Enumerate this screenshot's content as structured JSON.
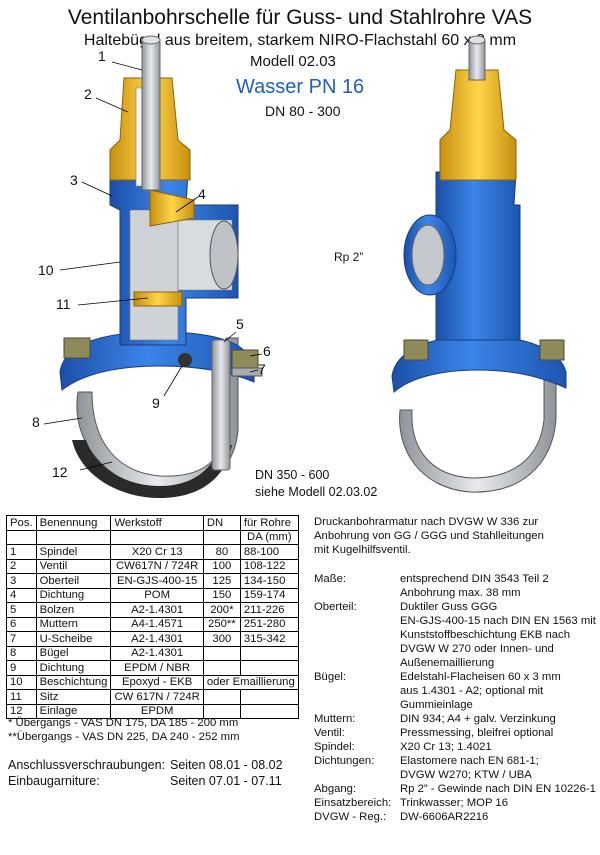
{
  "header": {
    "title": "Ventilanbohrschelle für Guss- und Stahlrohre VAS",
    "subtitle": "Haltebügel aus breitem, starkem NIRO-Flachstahl 60 x 3 mm",
    "model": "Modell 02.03",
    "medium": "Wasser PN 16",
    "dn_range": "DN 80 - 300"
  },
  "drawing": {
    "callouts": [
      "1",
      "2",
      "3",
      "4",
      "5",
      "6",
      "7",
      "8",
      "9",
      "10",
      "11",
      "12"
    ],
    "thread_label": "Rp 2”",
    "large_dn": "DN  350 - 600",
    "see_model": "siehe Modell 02.03.02",
    "colors": {
      "body_blue": "#2f73d6",
      "brass": "#e8b82a",
      "steel": "#b8bcc2",
      "rubber": "#2a2a2a"
    }
  },
  "parts_table": {
    "headers": [
      "Pos.",
      "Benennung",
      "Werkstoff",
      "DN",
      "für Rohre"
    ],
    "subheader": "DA (mm)",
    "rows": [
      [
        "1",
        "Spindel",
        "X20 Cr 13",
        "80",
        "88-100"
      ],
      [
        "2",
        "Ventil",
        "CW617N / 724R",
        "100",
        "108-122"
      ],
      [
        "3",
        "Oberteil",
        "EN-GJS-400-15",
        "125",
        "134-150"
      ],
      [
        "4",
        "Dichtung",
        "POM",
        "150",
        "159-174"
      ],
      [
        "5",
        "Bolzen",
        "A2-1.4301",
        "200*",
        "211-226"
      ],
      [
        "6",
        "Muttern",
        "A4-1.4571",
        "250**",
        "251-280"
      ],
      [
        "7",
        "U-Scheibe",
        "A2-1.4301",
        "300",
        "315-342"
      ],
      [
        "8",
        "Bügel",
        "A2-1.4301",
        "",
        ""
      ],
      [
        "9",
        "Dichtung",
        "EPDM / NBR",
        "",
        ""
      ],
      [
        "10",
        "Beschichtung",
        "Epoxyd - EKB",
        "oder Emaillierung",
        ""
      ],
      [
        "11",
        "Sitz",
        "CW 617N / 724R",
        "",
        ""
      ],
      [
        "12",
        "Einlage",
        "EPDM",
        "",
        ""
      ]
    ],
    "footnote1": "*  Übergangs - VAS DN 175,  DA  185 - 200 mm",
    "footnote2": "**Übergangs - VAS DN 225,  DA  240 - 252 mm"
  },
  "references": [
    {
      "label": "Anschlussverschraubungen:",
      "value": "Seiten 08.01 - 08.02"
    },
    {
      "label": "Einbaugarniture:",
      "value": "Seiten 07.01 - 07.11"
    }
  ],
  "description": {
    "lines": [
      "Druckanbohrarmatur nach DVGW W 336 zur",
      "Anbohrung von GG / GGG und Stahlleitungen",
      "mit Kugelhilfsventil."
    ]
  },
  "specs": [
    {
      "key": "Maße:",
      "lines": [
        "entsprechend DIN 3543 Teil 2",
        "Anbohrung max. 38 mm"
      ]
    },
    {
      "key": "Oberteil:",
      "lines": [
        "Duktiler Guss GGG",
        "EN-GJS-400-15 nach DIN EN 1563 mit",
        "Kunststoffbeschichtung EKB nach",
        "DVGW W 270 oder Innen- und",
        "Außenemaillierung"
      ]
    },
    {
      "key": "Bügel:",
      "lines": [
        "Edelstahl-Flacheisen 60 x 3 mm",
        "aus 1.4301 - A2; optional mit",
        "Gummieinlage"
      ]
    },
    {
      "key": "Muttern:",
      "lines": [
        "DIN 934; A4 + galv. Verzinkung"
      ]
    },
    {
      "key": "Ventil:",
      "lines": [
        "Pressmessing, bleifrei optional"
      ]
    },
    {
      "key": "Spindel:",
      "lines": [
        "X20 Cr 13; 1.4021"
      ]
    },
    {
      "key": "Dichtungen:",
      "lines": [
        "Elastomere nach EN 681-1;",
        "DVGW W270; KTW / UBA"
      ]
    },
    {
      "key": "Abgang:",
      "lines": [
        "Rp 2” - Gewinde nach DIN EN 10226-1"
      ]
    },
    {
      "key": "Einsatzbereich:",
      "lines": [
        "Trinkwasser; MOP 16"
      ]
    },
    {
      "key": "DVGW - Reg.:",
      "lines": [
        "DW-6606AR2216"
      ]
    }
  ]
}
